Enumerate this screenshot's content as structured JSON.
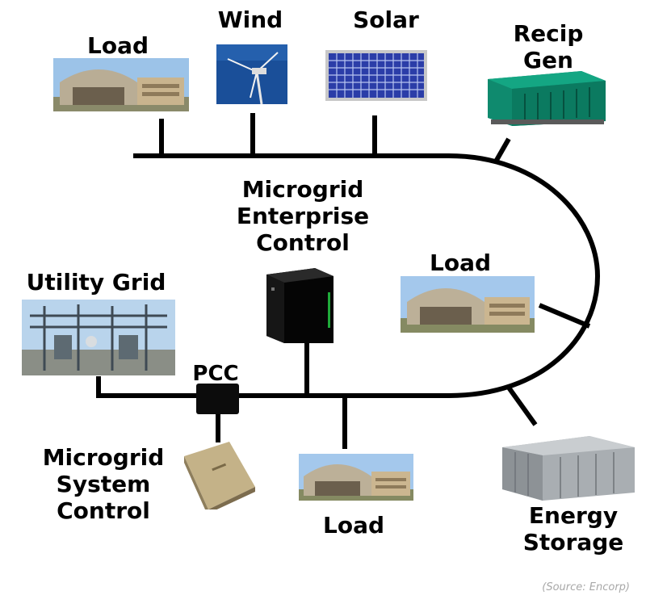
{
  "nodes": {
    "load_top": "Load",
    "wind": "Wind",
    "solar": "Solar",
    "recip_gen": [
      "Recip",
      "Gen"
    ],
    "enterprise_control": [
      "Microgrid",
      "Enterprise",
      "Control"
    ],
    "load_right": "Load",
    "utility_grid": "Utility Grid",
    "pcc": "PCC",
    "system_control": [
      "Microgrid",
      "System",
      "Control"
    ],
    "load_bottom": "Load",
    "energy_storage": [
      "Energy",
      "Storage"
    ]
  },
  "source": "(Source: Encorp)",
  "icons": [
    "building-icon",
    "wind-turbine-icon",
    "solar-panel-icon",
    "generator-icon",
    "server-icon",
    "substation-icon",
    "pcc-switch-icon",
    "controller-box-icon",
    "battery-container-icon"
  ]
}
